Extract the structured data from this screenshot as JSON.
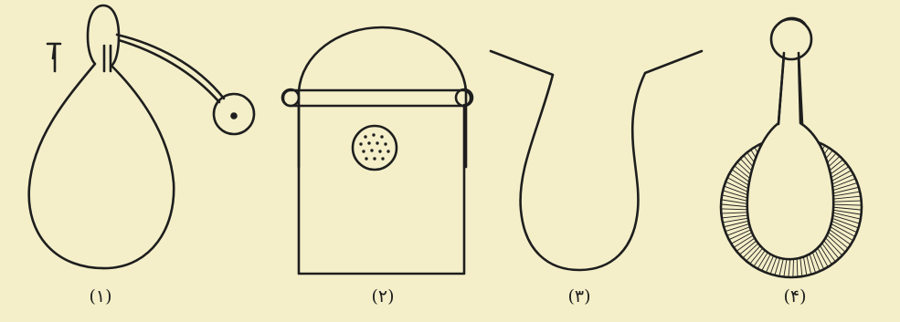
{
  "figures": [
    {
      "caption": "(۱)"
    },
    {
      "caption": "(۲)"
    },
    {
      "caption": "(۳)"
    },
    {
      "caption": "(۴)"
    }
  ],
  "colors": {
    "paper": "#f4efc9",
    "ink": "#1e1e1e"
  }
}
